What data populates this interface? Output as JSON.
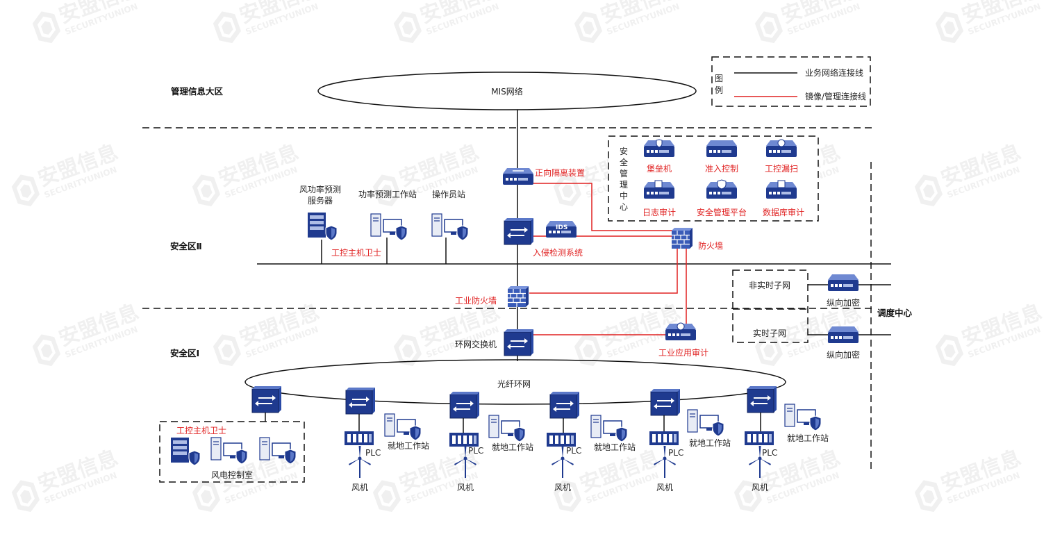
{
  "zones": {
    "mis": "管理信息大区",
    "zone2": "安全区Ⅱ",
    "zone1": "安全区Ⅰ",
    "dispatch": "调度中心"
  },
  "legend": {
    "title_1": "图",
    "title_2": "例",
    "business": "业务网络连接线",
    "mirror": "镜像/管理连接线",
    "colors": {
      "business": "#111111",
      "mirror": "#e02020"
    }
  },
  "mis_network": "MIS网络",
  "ring_network": "光纤环网",
  "security_center": {
    "label_chars": [
      "安",
      "全",
      "管",
      "理",
      "中",
      "心"
    ],
    "items": [
      "堡垒机",
      "准入控制",
      "工控漏扫",
      "日志审计",
      "安全管理平台",
      "数据库审计"
    ]
  },
  "devices": {
    "forward_isolation": "正向隔离装置",
    "ids_badge": "IDS",
    "ids": "入侵检测系统",
    "firewall": "防火墙",
    "industrial_firewall": "工业防火墙",
    "ring_switch": "环网交换机",
    "industrial_audit": "工业应用审计",
    "wind_server_1": "风功率预测",
    "wind_server_2": "服务器",
    "power_workstation": "功率预测工作站",
    "operator_station": "操作员站",
    "host_guard_zone2": "工控主机卫士",
    "non_realtime": "非实时子网",
    "realtime": "实时子网",
    "vertical_encrypt_1": "纵向加密",
    "vertical_encrypt_2": "纵向加密",
    "control_room_guard": "工控主机卫士",
    "control_room": "风电控制室"
  },
  "field_units": [
    {
      "plc": "PLC",
      "station": "就地工作站",
      "turbine": "风机"
    },
    {
      "plc": "PLC",
      "station": "就地工作站",
      "turbine": "风机"
    },
    {
      "plc": "PLC",
      "station": "就地工作站",
      "turbine": "风机"
    },
    {
      "plc": "PLC",
      "station": "就地工作站",
      "turbine": "风机"
    },
    {
      "plc": "PLC",
      "station": "就地工作站",
      "turbine": "风机"
    }
  ],
  "watermark": {
    "cn": "安盟信息",
    "en": "SECURITYUNION"
  },
  "colors": {
    "device_blue": "#1f3a8f",
    "accent_red": "#e02020",
    "line": "#111111"
  }
}
